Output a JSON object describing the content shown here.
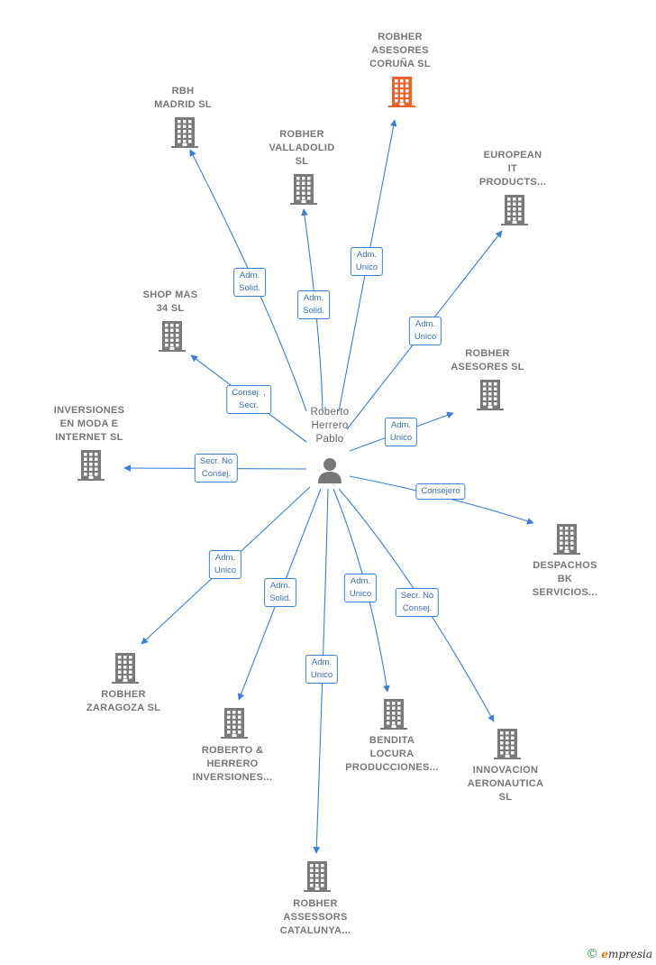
{
  "center": {
    "label": "Roberto\nHerrero\nPablo"
  },
  "colors": {
    "edge": "#3a7fd5",
    "building": "#7a7a7a",
    "highlight": "#f0602a",
    "person": "#777777"
  },
  "nodes": [
    {
      "id": "coruna",
      "label": "ROBHER\nASESORES\nCORUÑA  SL",
      "highlight": true
    },
    {
      "id": "rbh",
      "label": "RBH\nMADRID  SL",
      "highlight": false
    },
    {
      "id": "valladolid",
      "label": "ROBHER\nVALLADOLID\nSL",
      "highlight": false
    },
    {
      "id": "european",
      "label": "EUROPEAN\nIT\nPRODUCTS...",
      "highlight": false
    },
    {
      "id": "shop",
      "label": "SHOP MAS\n34  SL",
      "highlight": false
    },
    {
      "id": "asesores",
      "label": "ROBHER\nASESORES SL",
      "highlight": false
    },
    {
      "id": "inversiones",
      "label": "INVERSIONES\nEN MODA E\nINTERNET  SL",
      "highlight": false
    },
    {
      "id": "despachos",
      "label": "DESPACHOS\nBK\nSERVICIOS...",
      "highlight": false
    },
    {
      "id": "zaragoza",
      "label": "ROBHER\nZARAGOZA  SL",
      "highlight": false
    },
    {
      "id": "roberto",
      "label": "ROBERTO &\nHERRERO\nINVERSIONES...",
      "highlight": false
    },
    {
      "id": "bendita",
      "label": "BENDITA\nLOCURA\nPRODUCCIONES...",
      "highlight": false
    },
    {
      "id": "innovacion",
      "label": "INNOVACION\nAERONAUTICA\nSL",
      "highlight": false
    },
    {
      "id": "catalunya",
      "label": "ROBHER\nASSESSORS\nCATALUNYA...",
      "highlight": false
    }
  ],
  "edges": [
    {
      "to": "coruna",
      "label": "Adm.\nUnico"
    },
    {
      "to": "rbh",
      "label": "Adm.\nSolid."
    },
    {
      "to": "valladolid",
      "label": "Adm.\nSolid."
    },
    {
      "to": "european",
      "label": "Adm.\nUnico"
    },
    {
      "to": "shop",
      "label": "Consej. ,\nSecr."
    },
    {
      "to": "asesores",
      "label": "Adm.\nUnico"
    },
    {
      "to": "inversiones",
      "label": "Secr.  No\nConsej."
    },
    {
      "to": "despachos",
      "label": "Consejero"
    },
    {
      "to": "zaragoza",
      "label": "Adm.\nUnico"
    },
    {
      "to": "roberto",
      "label": "Adm.\nSolid."
    },
    {
      "to": "bendita",
      "label": "Adm.\nUnico"
    },
    {
      "to": "innovacion",
      "label": "Secr.  No\nConsej."
    },
    {
      "to": "catalunya",
      "label": "Adm.\nUnico"
    }
  ],
  "brand": {
    "copyright": "©",
    "first": "e",
    "rest": "mpresia"
  }
}
